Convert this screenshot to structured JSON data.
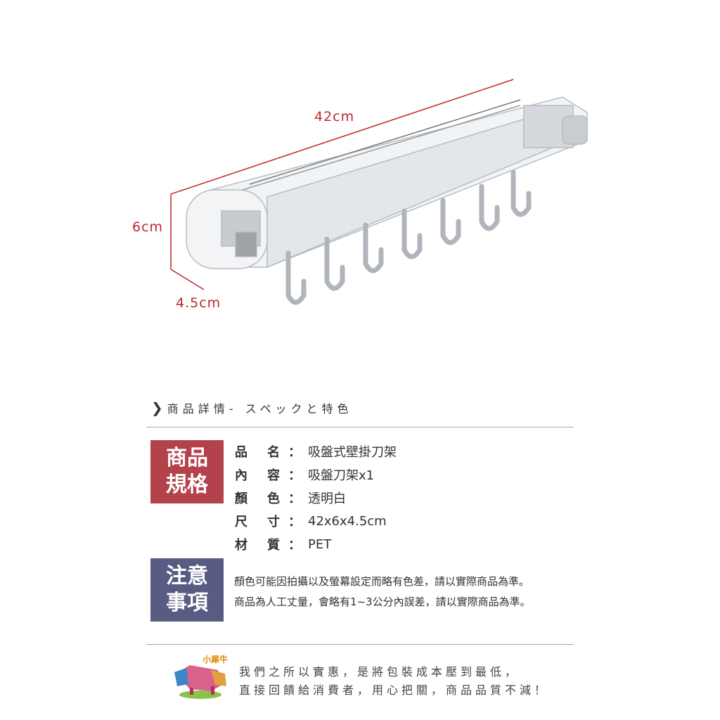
{
  "dimensions": {
    "length": "42cm",
    "height": "6cm",
    "depth": "4.5cm"
  },
  "section_title": "商品詳情- スペックと特色",
  "spec_label": [
    "商品",
    "規格"
  ],
  "specs": [
    {
      "key": "品名",
      "value": "吸盤式壁掛刀架"
    },
    {
      "key": "內容",
      "value": "吸盤刀架x1"
    },
    {
      "key": "顏色",
      "value": "透明白"
    },
    {
      "key": "尺寸",
      "value": "42x6x4.5cm"
    },
    {
      "key": "材質",
      "value": "PET"
    }
  ],
  "colon": "：",
  "note_label": [
    "注意",
    "事項"
  ],
  "notes": [
    "顏色可能因拍攝以及螢幕設定而略有色差，請以實際商品為準。",
    "商品為人工丈量，會略有1~3公分內誤差，請以實際商品為準。"
  ],
  "logo_text": "小犀牛",
  "slogan": [
    "我們之所以實惠，是將包裝成本壓到最低，",
    "直接回饋給消費者，用心把關，商品品質不減！"
  ],
  "colors": {
    "spec_box": "#b3424b",
    "note_box": "#585c82",
    "dim_line": "#c0282e"
  }
}
